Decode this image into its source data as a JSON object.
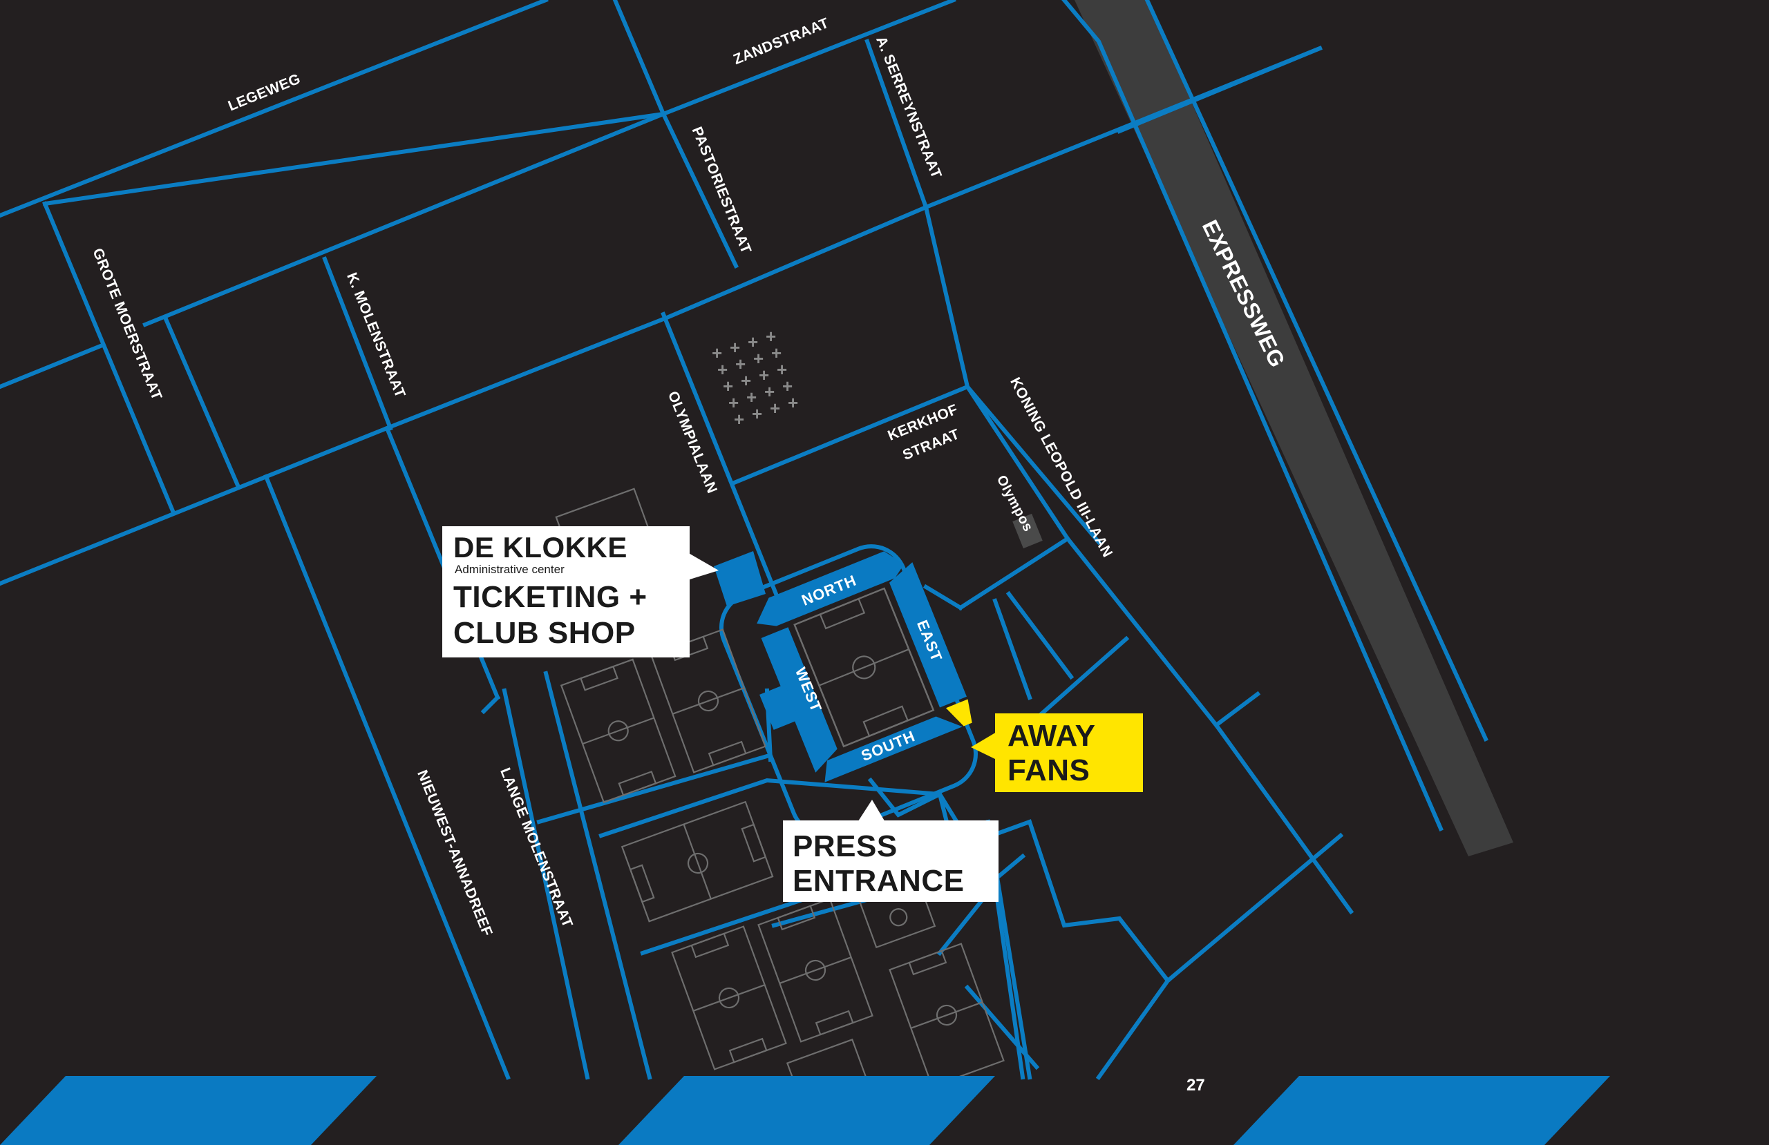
{
  "streets": {
    "legeweg": "LEGEWEG",
    "zandstraat": "ZANDSTRAAT",
    "serreynstraat": "A. SERREYNSTRAAT",
    "pastoriestraat": "PASTORIESTRAAT",
    "grote_moerstraat": "GROTE MOERSTRAAT",
    "k_molenstraat": "K. MOLENSTRAAT",
    "olympialaan": "OLYMPIALAAN",
    "kerkhof_1": "KERKHOF",
    "kerkhof_2": "STRAAT",
    "koning_leopold": "KONING LEOPOLD III-LAAN",
    "olympos": "Olympos",
    "expressweg": "EXPRESSWEG",
    "nieuwest": "NIEUWEST-ANNADREEF",
    "lange_molenstraat": "LANGE MOLENSTRAAT"
  },
  "stadium": {
    "north": "NORTH",
    "east": "EAST",
    "south": "SOUTH",
    "west": "WEST"
  },
  "callouts": {
    "klokke_title": "DE KLOKKE",
    "klokke_subtitle": "Administrative center",
    "ticketing_line1": "TICKETING +",
    "ticketing_line2": "CLUB SHOP",
    "away_line1": "AWAY",
    "away_line2": "FANS",
    "press_line1": "PRESS",
    "press_line2": "ENTRANCE"
  },
  "page_number": "27",
  "colors": {
    "background": "#231f20",
    "road": "#0b7dc3",
    "accent_blue": "#0a7ac2",
    "away_yellow": "#ffe500",
    "expressway": "#3d3d3d"
  }
}
